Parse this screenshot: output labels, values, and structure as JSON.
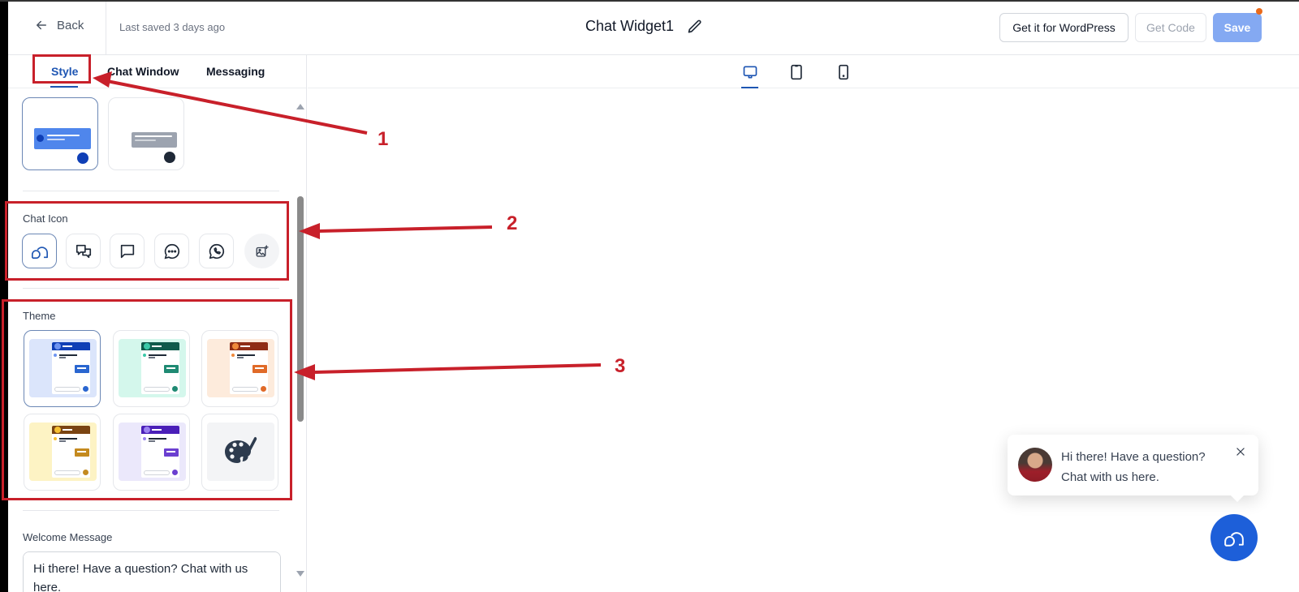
{
  "header": {
    "back_label": "Back",
    "last_saved": "Last saved 3 days ago",
    "title": "Chat Widget1",
    "buttons": {
      "wordpress": "Get it for WordPress",
      "get_code": "Get Code",
      "save": "Save"
    },
    "notification_dot_color": "#ea6a1b"
  },
  "sidebar": {
    "tabs": [
      {
        "label": "Style",
        "active": true
      },
      {
        "label": "Chat Window",
        "active": false
      },
      {
        "label": "Messaging",
        "active": false
      }
    ],
    "layout_options": [
      {
        "name": "floating-blue",
        "selected": true
      },
      {
        "name": "floating-gray",
        "selected": false
      }
    ],
    "chat_icon": {
      "label": "Chat Icon",
      "options": [
        {
          "icon": "double-bubble-icon",
          "selected": true
        },
        {
          "icon": "chat-bubbles-icon",
          "selected": false
        },
        {
          "icon": "square-bubble-icon",
          "selected": false
        },
        {
          "icon": "dots-bubble-icon",
          "selected": false
        },
        {
          "icon": "whatsapp-icon",
          "selected": false
        },
        {
          "icon": "upload-image-icon",
          "selected": false
        }
      ]
    },
    "theme": {
      "label": "Theme",
      "options": [
        {
          "name": "blue",
          "bg": "#dbe5fb",
          "header": "#0f3fb6",
          "avatar": "#6e94f0",
          "accent": "#2a66d0",
          "selected": true
        },
        {
          "name": "green",
          "bg": "#d4f7ec",
          "header": "#0f5a4b",
          "avatar": "#3cc8a8",
          "accent": "#1f8a73",
          "selected": false
        },
        {
          "name": "orange",
          "bg": "#fdebdc",
          "header": "#8f2d16",
          "avatar": "#f08a3c",
          "accent": "#e06a28",
          "selected": false
        },
        {
          "name": "yellow",
          "bg": "#fdf3c4",
          "header": "#7a4412",
          "avatar": "#f6c032",
          "accent": "#c48a1f",
          "selected": false
        },
        {
          "name": "purple",
          "bg": "#ebe8fb",
          "header": "#4a1fb8",
          "avatar": "#9b82f0",
          "accent": "#6b3fd0",
          "selected": false
        },
        {
          "name": "custom",
          "icon": "palette-icon",
          "selected": false
        }
      ]
    },
    "welcome_message": {
      "label": "Welcome Message",
      "value": "Hi there! Have a question? Chat with us here."
    }
  },
  "preview": {
    "devices": [
      {
        "icon": "desktop-icon",
        "active": true
      },
      {
        "icon": "tablet-icon",
        "active": false
      },
      {
        "icon": "mobile-icon",
        "active": false
      }
    ],
    "bubble_text": "Hi there! Have a question? Chat with us here.",
    "launcher_color": "#1d5fd9"
  },
  "annotations": [
    {
      "number": "1",
      "target": "Style tab"
    },
    {
      "number": "2",
      "target": "Chat Icon section"
    },
    {
      "number": "3",
      "target": "Theme section"
    }
  ],
  "colors": {
    "accent": "#1e56b3",
    "annotation": "#c8202a"
  }
}
